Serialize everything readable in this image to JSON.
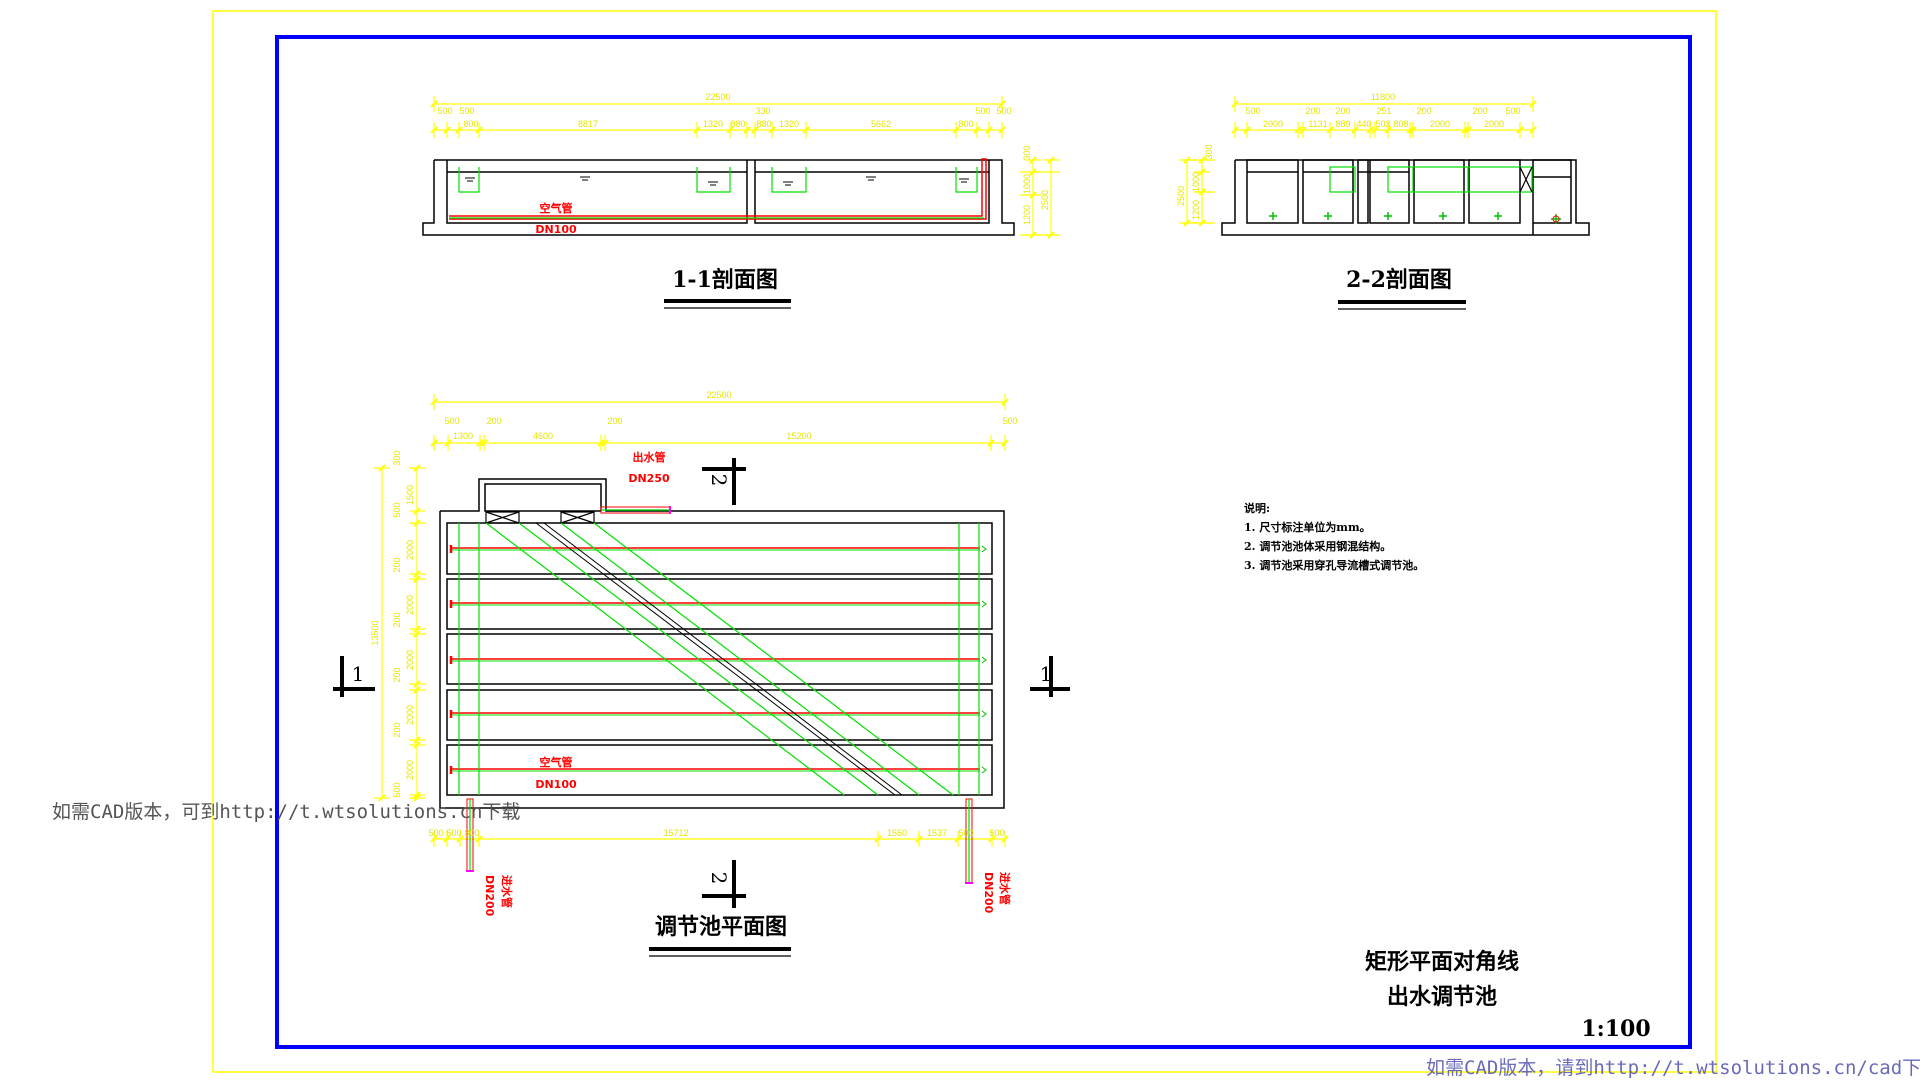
{
  "watermarks": {
    "left": "如需CAD版本，可到http://t.wtsolutions.cn下载",
    "bottom": "如需CAD版本，请到http://t.wtsolutions.cn/cad下载"
  },
  "colors": {
    "frame_outer": "#ffff00",
    "frame_inner": "#0000ff",
    "dimension": "#ffff00",
    "pipe": "#ff0000",
    "baffle": "#00e000"
  },
  "section_1_1": {
    "title": "1-1剖面图",
    "pipe_label": "空气管",
    "pipe_size": "DN100",
    "dims": [
      "22500",
      "500",
      "500",
      "800",
      "8817",
      "1320",
      "880",
      "330",
      "880",
      "1320",
      "5662",
      "800",
      "500",
      "500",
      "300",
      "1000",
      "1200",
      "2500"
    ]
  },
  "section_2_2": {
    "title": "2-2剖面图",
    "dims": [
      "11800",
      "500",
      "2000",
      "200",
      "1131",
      "200",
      "889",
      "440",
      "251",
      "503",
      "808",
      "200",
      "2000",
      "200",
      "2000",
      "500",
      "300",
      "1000",
      "1200",
      "2500"
    ]
  },
  "plan": {
    "title": "调节池平面图",
    "air_pipe_label": "空气管",
    "air_pipe_size": "DN100",
    "outlet_label": "出水管",
    "outlet_size": "DN250",
    "inlet_left_size": "DN200",
    "inlet_left_label": "进水管",
    "inlet_right_size": "DN200",
    "inlet_right_label": "进水管",
    "section_marks": {
      "left": "1",
      "right": "1",
      "top": "2",
      "bottom": "2"
    },
    "dims_top": [
      "22500",
      "500",
      "1300",
      "200",
      "4600",
      "200",
      "15200",
      "500"
    ],
    "dims_bottom": [
      "500",
      "500",
      "800",
      "15712",
      "1550",
      "1537",
      "500",
      "500"
    ],
    "dims_left": [
      "13500",
      "300",
      "1500",
      "500",
      "2000",
      "200",
      "2000",
      "200",
      "2000",
      "200",
      "2000",
      "200",
      "2000",
      "500"
    ]
  },
  "notes": {
    "heading": "说明:",
    "items": [
      "1. 尺寸标注单位为mm。",
      "2. 调节池池体采用钢混结构。",
      "3. 调节池采用穿孔导流槽式调节池。"
    ]
  },
  "title_block": {
    "line1": "矩形平面对角线",
    "line2": "出水调节池",
    "scale": "1:100"
  }
}
